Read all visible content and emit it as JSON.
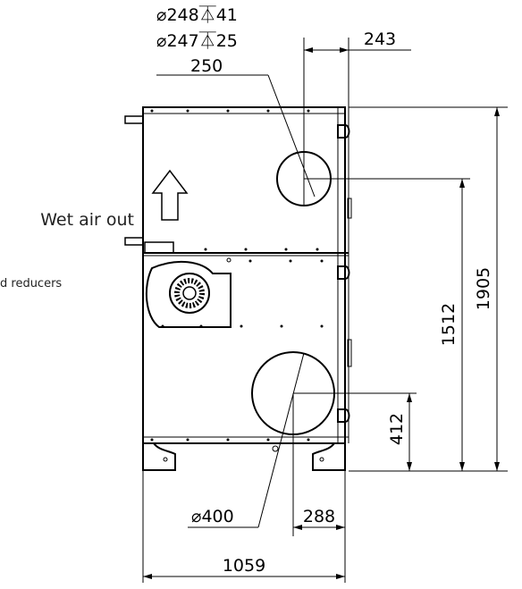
{
  "callouts": {
    "small_duct_spec_1": "⌀248⏄41",
    "small_duct_spec_2": "⌀247⏄25",
    "small_duct_diameter": "250",
    "large_duct_diameter": "⌀400"
  },
  "dimensions": {
    "duct_offset_top": "243",
    "total_height": "1905",
    "small_duct_height": "1512",
    "large_duct_height": "412",
    "large_duct_offset": "288",
    "total_width": "1059"
  },
  "labels": {
    "wet_air_out": "Wet air out",
    "reducers_note": "d reducers"
  }
}
